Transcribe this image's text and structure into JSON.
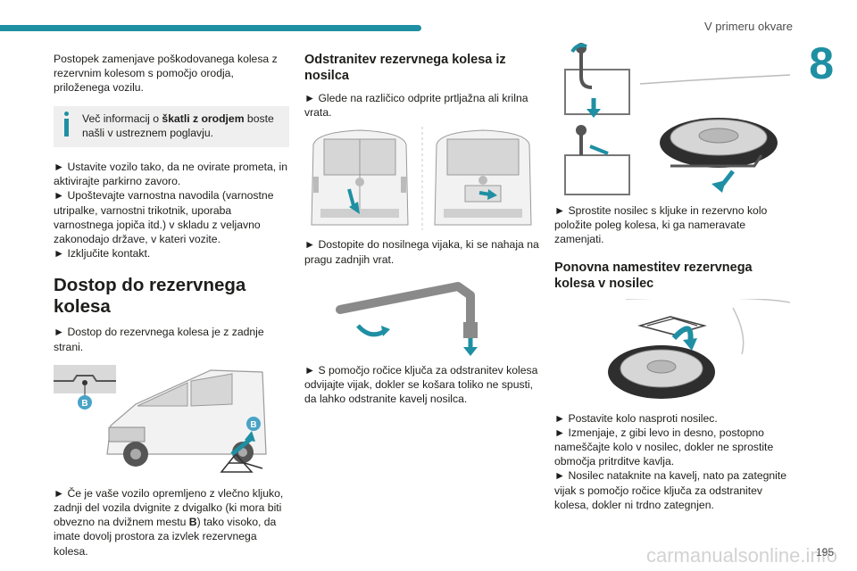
{
  "header": {
    "title": "V primeru okvare",
    "chapter": "8"
  },
  "col1": {
    "intro": "Postopek zamenjave poškodovanega kolesa z rezervnim kolesom s pomočjo orodja, priloženega vozilu.",
    "info_before": "Več informacij o ",
    "info_bold": "škatli z orodjem",
    "info_after": " boste našli v ustreznem poglavju.",
    "steps": "► Ustavite vozilo tako, da ne ovirate prometa, in aktivirajte parkirno zavoro.\n► Upoštevajte varnostna navodila (varnostne utripalke, varnostni trikotnik, uporaba varnostnega jopiča itd.) v skladu z veljavno zakonodajo države, v kateri vozite.\n► Izključite kontakt.",
    "heading": "Dostop do rezervnega kolesa",
    "access": "► Dostop do rezervnega kolesa je z zadnje strani.",
    "label_b": "B",
    "jack_before": "► Če je vaše vozilo opremljeno z vlečno kljuko, zadnji del vozila dvignite z dvigalko (ki mora biti obvezno na dvižnem mestu ",
    "jack_bold": "B",
    "jack_after": ") tako visoko, da imate dovolj prostora za izvlek rezervnega kolesa."
  },
  "col2": {
    "heading": "Odstranitev rezervnega kolesa iz nosilca",
    "step1": "► Glede na različico odprite prtljažna ali krilna vrata.",
    "step2": "► Dostopite do nosilnega vijaka, ki se nahaja na pragu zadnjih vrat.",
    "step3": "► S pomočjo ročice ključa za odstranitev kolesa odvijajte vijak, dokler se košara toliko ne spusti, da lahko odstranite kavelj nosilca."
  },
  "col3": {
    "step1": "► Sprostite nosilec s kljuke in rezervno kolo položite poleg kolesa, ki ga nameravate zamenjati.",
    "heading": "Ponovna namestitev rezervnega kolesa v nosilec",
    "steps": "► Postavite kolo nasproti nosilec.\n► Izmenjaje, z gibi levo in desno, postopno nameščajte kolo v nosilec, dokler ne sprostite območja pritrditve kavlja.\n► Nosilec nataknite na kavelj, nato pa zategnite vijak s pomočjo ročice ključa za odstranitev kolesa, dokler ni trdno zategnjen."
  },
  "footer": {
    "page": "195"
  },
  "colors": {
    "accent": "#1f8fa3",
    "text": "#1d1d1b",
    "infobox": "#efefef"
  }
}
